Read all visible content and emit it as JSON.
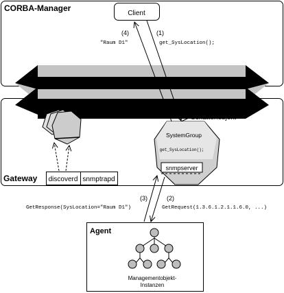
{
  "manager": {
    "title": "CORBA-Manager"
  },
  "client": {
    "label": "Client"
  },
  "calls": {
    "step1": "(1)",
    "step1_text": "get_SysLocation();",
    "step4": "(4)",
    "step4_text": "\"Raum D1\"",
    "step2": "(2)",
    "step2_text": "GetRequest(1.3.6.1.2.1.1.6.0, ...)",
    "step3": "(3)",
    "step3_text": "GetResponse(SysLocation=\"Raum D1\")"
  },
  "gateway": {
    "title": "Gateway",
    "shadow_label": "Schattenobjekt",
    "systemgroup_title": "SystemGroup",
    "systemgroup_method": "get_SysLocation();",
    "snmpserver_label": "snmpserver",
    "discoverd_label": "discoverd",
    "snmptrapd_label": "snmptrapd"
  },
  "agent": {
    "title": "Agent",
    "caption_line1": "Managementobjekt-",
    "caption_line2": "Instanzen"
  }
}
